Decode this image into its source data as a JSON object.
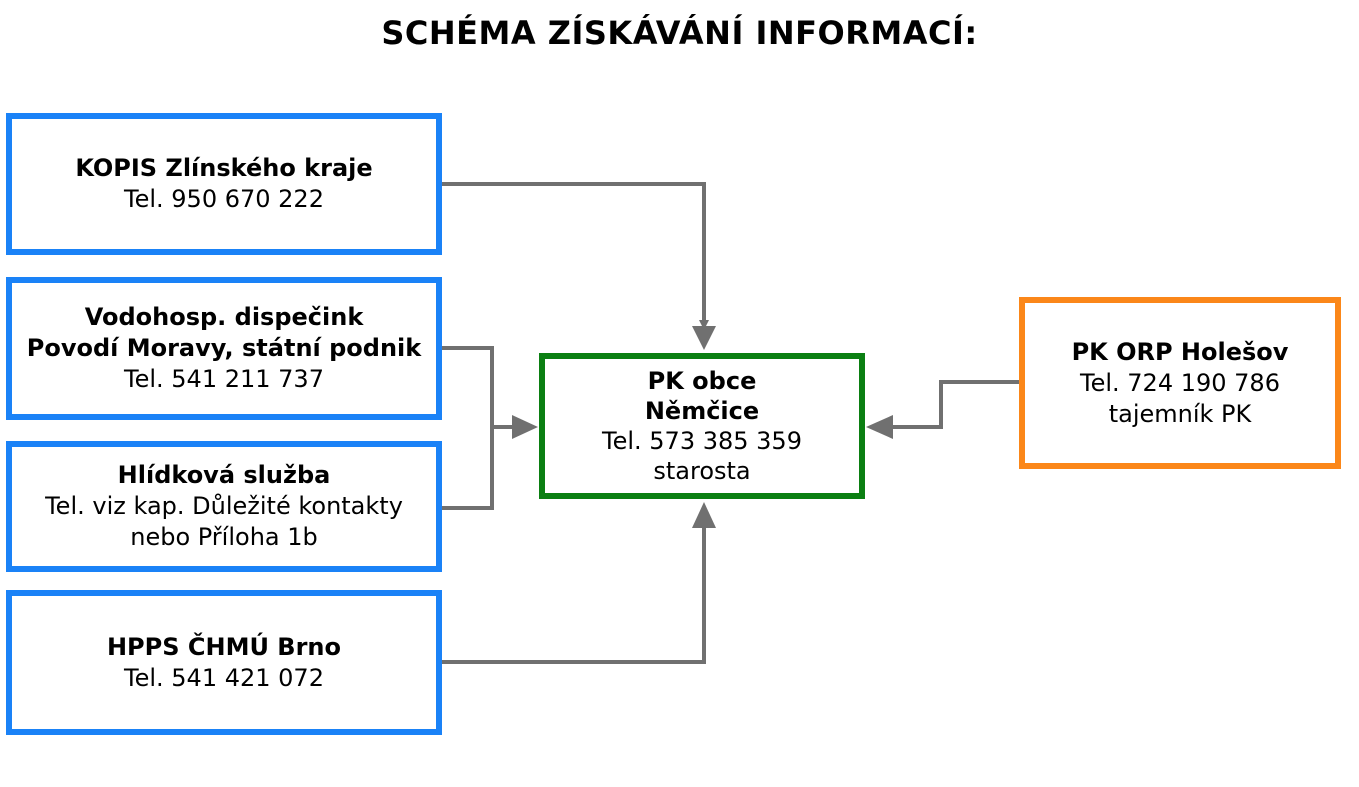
{
  "title": "SCHÉMA ZÍSKÁVÁNÍ INFORMACÍ:",
  "colors": {
    "source_border": "#1a82f7",
    "center_border": "#0b7f12",
    "side_border": "#fb8719",
    "connector": "#707070"
  },
  "sources": [
    {
      "name_lines": [
        "KOPIS Zlínského kraje"
      ],
      "detail_lines": [
        "Tel. 950 670 222"
      ]
    },
    {
      "name_lines": [
        "Vodohosp. dispečink",
        "Povodí Moravy, státní podnik"
      ],
      "detail_lines": [
        "Tel. 541 211 737"
      ]
    },
    {
      "name_lines": [
        "Hlídková služba"
      ],
      "detail_lines": [
        "Tel. viz kap. Důležité kontakty",
        "nebo Příloha 1b"
      ]
    },
    {
      "name_lines": [
        "HPPS ČHMÚ Brno"
      ],
      "detail_lines": [
        "Tel. 541 421 072"
      ]
    }
  ],
  "center": {
    "name_lines": [
      "PK obce",
      "Němčice"
    ],
    "detail_lines": [
      "Tel. 573 385 359",
      "starosta"
    ]
  },
  "side": {
    "name_lines": [
      "PK ORP Holešov"
    ],
    "detail_lines": [
      "Tel. 724 190 786",
      "tajemník PK"
    ]
  }
}
